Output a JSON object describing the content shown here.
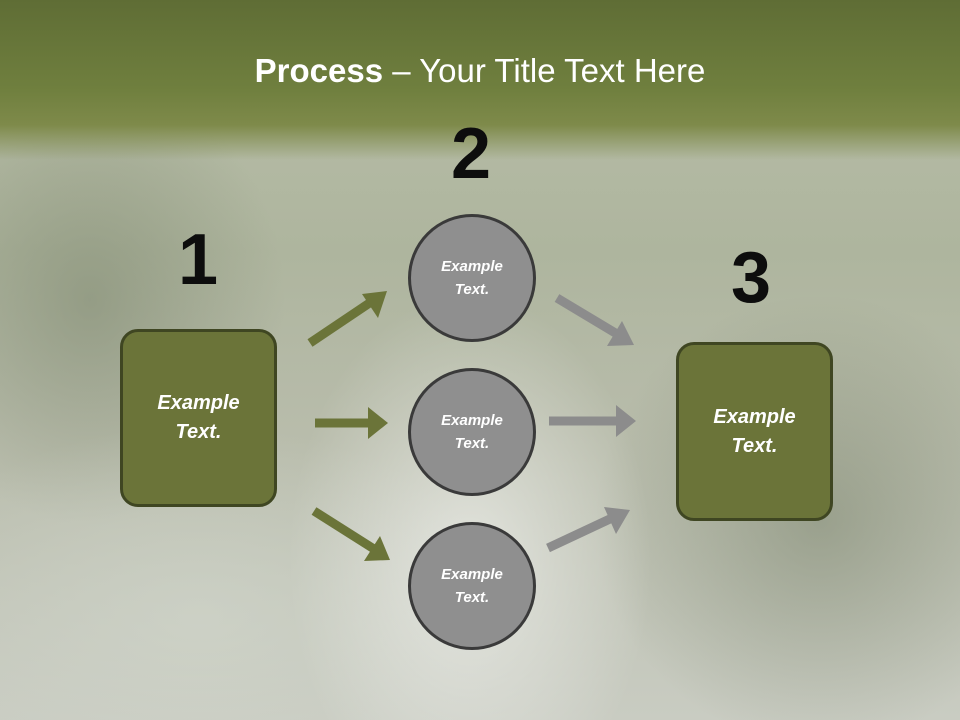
{
  "title": {
    "bold": "Process",
    "rest": " – Your Title Text Here"
  },
  "steps": {
    "one": "1",
    "two": "2",
    "three": "3"
  },
  "boxes": {
    "left": "Example\nText.",
    "right": "Example\nText."
  },
  "circles": {
    "top": "Example\nText.",
    "middle": "Example\nText.",
    "bottom": "Example\nText."
  },
  "colors": {
    "olive": "#6b7439",
    "olive_arrow": "#6b7439",
    "gray_arrow": "#8c8c8c",
    "circle_fill": "#8f8f8f",
    "title_band": "#6f7f3e"
  }
}
